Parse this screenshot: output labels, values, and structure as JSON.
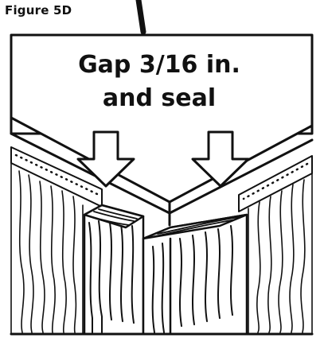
{
  "figure": {
    "label": "Figure 5D",
    "callout_line1": "Gap 3/16 in.",
    "callout_line2": "and seal"
  },
  "colors": {
    "ink": "#111111",
    "background": "#ffffff"
  },
  "icons": [
    "down-arrow-icon",
    "down-arrow-icon"
  ]
}
